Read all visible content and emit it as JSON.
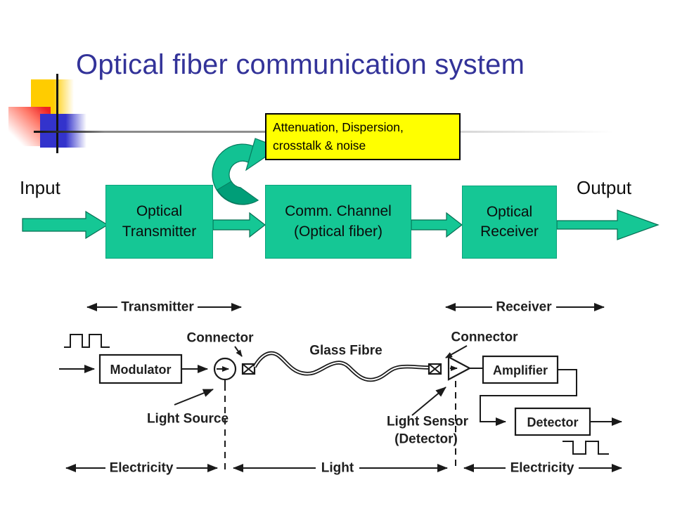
{
  "slide": {
    "title": "Optical fiber communication system"
  },
  "annotation": {
    "line1": "Attenuation, Dispersion,",
    "line2": "crosstalk & noise"
  },
  "flow": {
    "input_label": "Input",
    "output_label": "Output",
    "transmitter": {
      "line1": "Optical",
      "line2": "Transmitter"
    },
    "channel": {
      "line1": "Comm. Channel",
      "line2": "(Optical fiber)"
    },
    "receiver": {
      "line1": "Optical",
      "line2": "Receiver"
    }
  },
  "diagram": {
    "transmitter_span": "Transmitter",
    "receiver_span": "Receiver",
    "modulator": "Modulator",
    "connector_left": "Connector",
    "connector_right": "Connector",
    "glass_fibre": "Glass Fibre",
    "amplifier": "Amplifier",
    "detector": "Detector",
    "light_source": "Light Source",
    "light_sensor_line1": "Light Sensor",
    "light_sensor_line2": "(Detector)",
    "electricity_left": "Electricity",
    "light": "Light",
    "electricity_right": "Electricity"
  },
  "colors": {
    "accent_teal": "#15c795",
    "accent_teal_dark": "#009e78",
    "annotation_yellow": "#ffff00",
    "title_blue": "#333399",
    "deco_yellow": "#ffcc00",
    "deco_red": "#ee2222",
    "deco_blue": "#3333cc",
    "scan_ink": "#1a1a1a"
  }
}
